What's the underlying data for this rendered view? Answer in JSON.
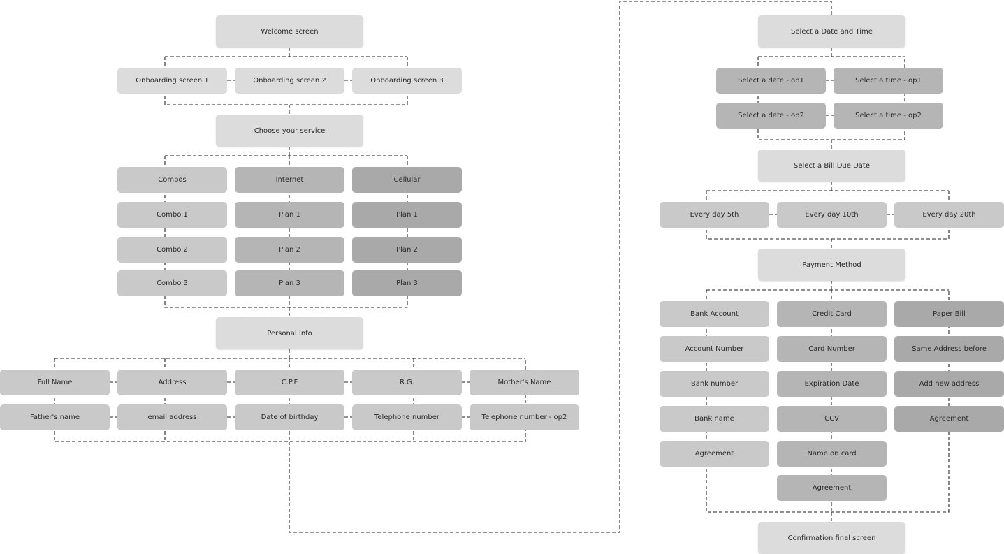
{
  "colors": {
    "header": "#dcdcdc",
    "light": "#c9c9c9",
    "medium": "#b5b5b5",
    "dark": "#a9a9a9",
    "connector": "#222222",
    "text": "#2b2b2b"
  },
  "nodes": {
    "welcome": "Welcome screen",
    "onb1": "Onboarding screen 1",
    "onb2": "Onboarding screen 2",
    "onb3": "Onboarding screen 3",
    "choose": "Choose your service",
    "combos": "Combos",
    "internet": "Internet",
    "cellular": "Cellular",
    "combo1": "Combo 1",
    "combo2": "Combo 2",
    "combo3": "Combo 3",
    "iplan1": "Plan 1",
    "iplan2": "Plan 2",
    "iplan3": "Plan 3",
    "cplan1": "Plan 1",
    "cplan2": "Plan 2",
    "cplan3": "Plan 3",
    "personal": "Personal Info",
    "fullname": "Full Name",
    "address": "Address",
    "cpf": "C.P.F",
    "rg": "R.G.",
    "mother": "Mother's Name",
    "father": "Father's name",
    "email": "email address",
    "birthday": "Date of birthday",
    "tel1": "Telephone number",
    "tel2": "Telephone number - op2",
    "datetime": "Select a Date and Time",
    "date1": "Select a date - op1",
    "time1": "Select a time - op1",
    "date2": "Select a date - op2",
    "time2": "Select a time - op2",
    "billdue": "Select a Bill Due Date",
    "day5": "Every day 5th",
    "day10": "Every day 10th",
    "day20": "Every day 20th",
    "payment": "Payment Method",
    "bank": "Bank Account",
    "credit": "Credit Card",
    "paper": "Paper Bill",
    "accnum": "Account Number",
    "cardnum": "Card Number",
    "sameaddr": "Same Address before",
    "banknum": "Bank number",
    "expdate": "Expiration Date",
    "newaddr": "Add new address",
    "bankname": "Bank name",
    "ccv": "CCV",
    "agree_paper": "Agreement",
    "agree_bank": "Agreement",
    "nameoncard": "Name on card",
    "agree_credit": "Agreement",
    "confirm": "Confirmation final screen"
  }
}
